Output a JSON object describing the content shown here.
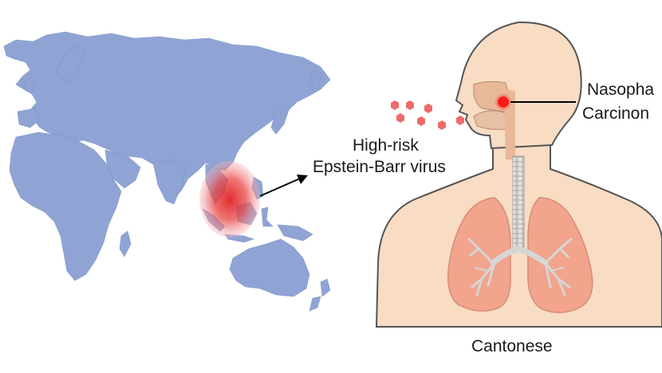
{
  "labels": {
    "risk_line1": "High-risk",
    "risk_line2": "Epstein-Barr virus",
    "nasopharyngeal_line1": "Nasopha",
    "nasopharyngeal_line2": "Carcinon",
    "population": "Cantonese"
  },
  "colors": {
    "continents": "#8fa4d4",
    "hotspot": "#e23b3b",
    "skin": "#f8dcc4",
    "skin_outline": "#555555",
    "lungs": "#f2a48c",
    "airway": "#d8d8d8",
    "tumor": "#ff1a1a",
    "virus": "#ef6a6a",
    "arrow": "#000000"
  },
  "icons": {
    "virus": "hexagon-virus-icon",
    "tumor": "tumor-dot-icon",
    "arrow": "arrow-right-icon"
  }
}
